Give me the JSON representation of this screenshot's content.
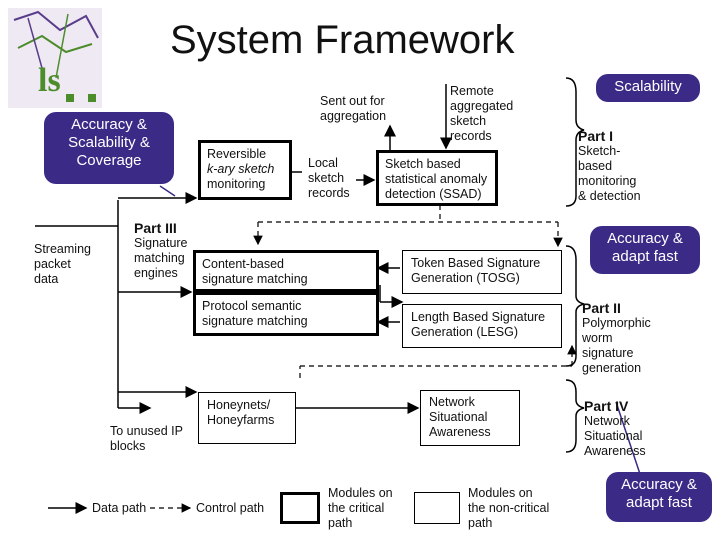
{
  "slide": {
    "title": "System Framework",
    "logo_text": "ls"
  },
  "callouts": {
    "scalability": "Scalability",
    "accuracy_scalability": [
      "Accuracy &",
      "Scalability &",
      "Coverage"
    ],
    "accuracy_adapt_1": [
      "Accuracy &",
      "adapt fast"
    ],
    "accuracy_adapt_2": [
      "Accuracy &",
      "adapt fast"
    ]
  },
  "labels": {
    "sent_out": [
      "Sent out for",
      "aggregation"
    ],
    "remote": [
      "Remote",
      "aggregated",
      "sketch",
      "records"
    ],
    "local": [
      "Local",
      "sketch",
      "records"
    ],
    "streaming": [
      "Streaming",
      "packet",
      "data"
    ],
    "sig_engines": [
      "Signature",
      "matching",
      "engines"
    ],
    "to_unused": [
      "To unused IP",
      "blocks"
    ]
  },
  "modules": {
    "reversible": [
      "Reversible",
      "k-ary sketch",
      "monitoring"
    ],
    "ssad": [
      "Sketch based",
      "statistical anomaly",
      "detection (SSAD)"
    ],
    "content": [
      "Content-based",
      "signature matching"
    ],
    "protocol": [
      "Protocol semantic",
      "signature matching"
    ],
    "tosg": [
      "Token Based Signature",
      "Generation (TOSG)"
    ],
    "lesg": [
      "Length Based Signature",
      "Generation (LESG)"
    ],
    "honeynets": [
      "Honeynets/",
      "Honeyfarms"
    ],
    "nsa": [
      "Network",
      "Situational",
      "Awareness"
    ]
  },
  "parts": {
    "part1": {
      "title": "Part I",
      "lines": [
        "Sketch-",
        "based",
        "monitoring",
        "& detection"
      ]
    },
    "part2": {
      "title": "Part II",
      "lines": [
        "Polymorphic",
        "worm",
        "signature",
        "generation"
      ]
    },
    "part3": {
      "title": "Part III"
    },
    "part4": {
      "title": "Part IV",
      "lines": [
        "Network",
        "Situational",
        "Awareness"
      ]
    }
  },
  "legend": {
    "data_path": "Data path",
    "control_path": "Control path",
    "critical": [
      "Modules on",
      "the critical",
      "path"
    ],
    "noncritical": [
      "Modules on",
      "the non-critical",
      "path"
    ]
  },
  "colors": {
    "callout": "#3b2a86",
    "logo_green": "#4c8c2b",
    "logo_purple": "#5a3d8a"
  }
}
